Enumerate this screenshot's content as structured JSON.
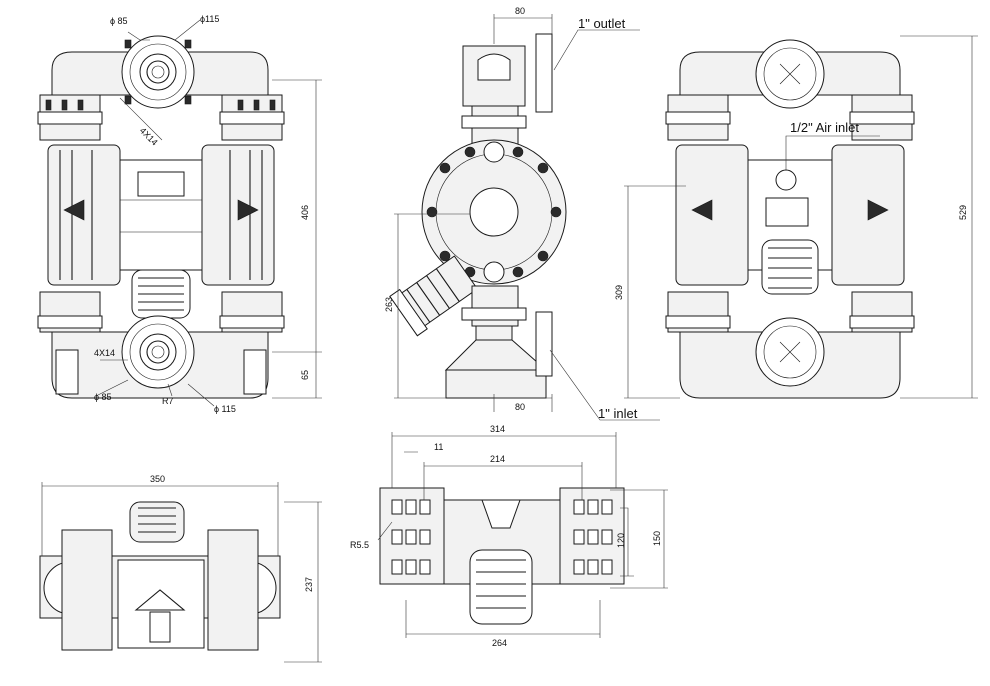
{
  "labels": {
    "outlet": "1\" outlet",
    "inlet": "1\" inlet",
    "air_inlet": "1/2\" Air inlet"
  },
  "dims": {
    "front": {
      "d85_top": "ϕ 85",
      "d115_top": "ϕ115",
      "holes_top": "4X14",
      "height_406": "406",
      "height_65": "65",
      "holes_bot": "4X14",
      "d85_bot": "ϕ 85",
      "r7": "R7",
      "d115_bot": "ϕ 115"
    },
    "side": {
      "top_80": "80",
      "height_263": "263",
      "bot_80": "80"
    },
    "back": {
      "height_309": "309",
      "height_529": "529"
    },
    "plan": {
      "width_350": "350",
      "depth_237": "237"
    },
    "foot": {
      "w314": "314",
      "w11": "11",
      "w214": "214",
      "r55": "R5.5",
      "h120": "120",
      "h150": "150",
      "w264": "264"
    }
  },
  "colors": {
    "line": "#1a1a1a",
    "fill_light": "#f2f2f2",
    "fill_dark": "#2a2a2a"
  }
}
